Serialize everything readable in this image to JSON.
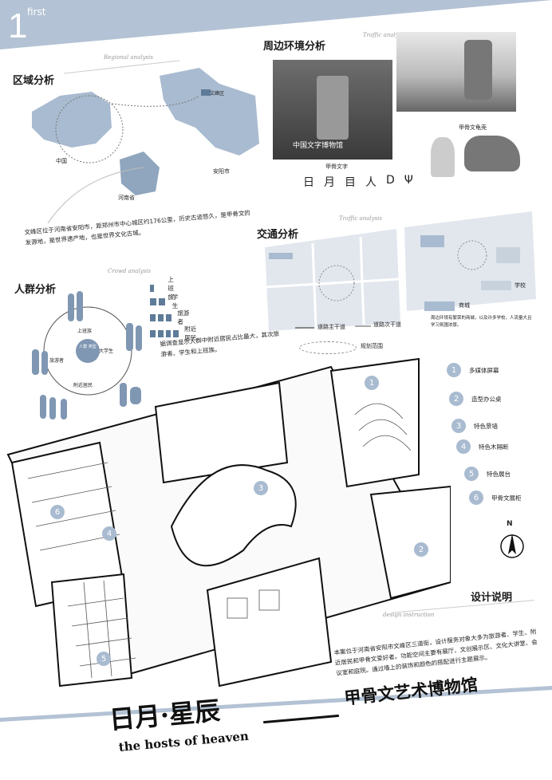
{
  "page": {
    "number": "1",
    "word": "first"
  },
  "regional": {
    "title": "区域分析",
    "subtitle": "Regional analysis",
    "labels": {
      "china": "中国",
      "henan": "河南省",
      "anyang": "安阳市",
      "wenfeng": "文峰区"
    },
    "description": "文峰区位于河南省安阳市，距郑州市中心城区约176公里，历史古迹悠久，是甲骨文的发源地，是世界遗产地，也是世界文化古城。"
  },
  "surroundings": {
    "title": "周边环境分析",
    "subtitle": "Traffic analysis",
    "caption_oracle_text": "甲骨文字",
    "caption_shell": "甲骨文龟壳",
    "museum_sign": "中国文字博物馆",
    "glyphs": [
      "日",
      "月",
      "目",
      "人",
      "D",
      "Ψ"
    ]
  },
  "traffic": {
    "title": "交通分析",
    "subtitle": "Traffic analysis",
    "legend_main_road": "道路主干道",
    "legend_secondary_road": "道路次干道",
    "legend_planning": "规划范围",
    "legend_mall": "商城",
    "legend_school": "学校",
    "note": "周边环境有繁荣的商城，以及许多学校，人流量大且学习氛围浓厚。"
  },
  "crowd": {
    "title": "人群分析",
    "subtitle": "Crowd analysis",
    "legend": [
      {
        "label": "上班族",
        "count": 1
      },
      {
        "label": "学生",
        "count": 2
      },
      {
        "label": "旅游者",
        "count": 3
      },
      {
        "label": "附近居民",
        "count": 4
      }
    ],
    "ring_labels": {
      "office": "上班族",
      "tourist": "旅游者",
      "student": "大学生",
      "resident": "附近居民",
      "center": "人群\n类型"
    },
    "description": "据调查显示人群中附近居民占比最大，其次旅游者、学生和上班族。"
  },
  "features": [
    {
      "num": "1",
      "label": "多媒体屏幕"
    },
    {
      "num": "2",
      "label": "造型办公桌"
    },
    {
      "num": "3",
      "label": "特色景墙"
    },
    {
      "num": "4",
      "label": "特色木隔断"
    },
    {
      "num": "5",
      "label": "特色展台"
    },
    {
      "num": "6",
      "label": "甲骨文展柜"
    }
  ],
  "plan_markers": [
    "1",
    "2",
    "3",
    "4",
    "5",
    "6"
  ],
  "compass": "N",
  "design": {
    "title": "设计说明",
    "subtitle": "design instruction",
    "text": "本案位于河南省安阳市文峰区三道街，设计服务对象大多为旅游者、学生、附近居民和甲骨文爱好者。功能空间主要有展厅、文创展示区、文化大讲堂、会议室和庭院。通过墙上的装饰和颜色的搭配进行主题展示。"
  },
  "footer": {
    "title_cn": "日月·星辰",
    "title_en": "the hosts of heaven",
    "museum": "甲骨文艺术博物馆"
  },
  "colors": {
    "bg": "#b3c2d4",
    "accent": "#5f7b9a",
    "light": "#a9bbd0"
  }
}
